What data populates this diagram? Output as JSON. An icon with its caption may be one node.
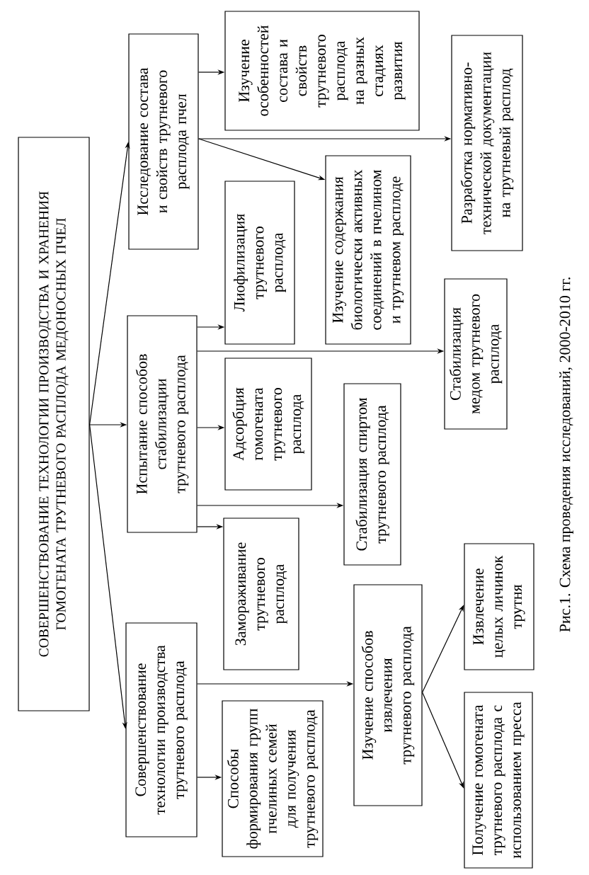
{
  "diagram": {
    "caption": "Рис.1. Схема проведения исследований, 2000-2010 гг.",
    "nodes": [
      {
        "text": [
          "СОВЕРШЕНСТВОВАНИЕ ТЕХНОЛОГИИ ПРОИЗВОДСТВА И ХРАНЕНИЯ ГОМОГЕНАТА ТРУТНЕВОГО РАСПЛОДА МЕДОНОСНЫХ ПЧЕЛ"
        ]
      },
      {
        "text": [
          "Исследование состава и свойств трутневого расплода пчел"
        ]
      },
      {
        "text": [
          "Изучение особенностей состава и свойств трутневого расплода на разных стадиях развития"
        ]
      },
      {
        "text": [
          "Разработка нормативно-технической документации на трутневый расплод"
        ]
      },
      {
        "text": [
          "Изучение содержания биологически активных соединений в пчелином и трутневом расплоде"
        ]
      },
      {
        "text": [
          "Испытание способов стабилизации трутневого расплода"
        ]
      },
      {
        "text": [
          "Лиофилизация трутневого расплода"
        ]
      },
      {
        "text": [
          "Стабилизация медом трутневого расплода"
        ]
      },
      {
        "text": [
          "Адсорбция гомогената трутневого расплода"
        ]
      },
      {
        "text": [
          "Стабилизация спиртом трутневого расплода"
        ]
      },
      {
        "text": [
          "Замораживание трутневого расплода"
        ]
      },
      {
        "text": [
          "Совершенствование технологии производства трутневого расплода"
        ]
      },
      {
        "text": [
          "Способы формирования групп пчелиных семей для получения трутневого расплода"
        ]
      },
      {
        "text": [
          "Изучение способов извлечения трутневого расплода"
        ]
      },
      {
        "text": [
          "Извлечение целых личинок трутня"
        ]
      },
      {
        "text": [
          "Получение гомогената трутневого расплода с использованием пресса"
        ]
      }
    ],
    "edges": [
      {
        "from": 0,
        "to": 1,
        "arrow": "to"
      },
      {
        "from": 0,
        "to": 5,
        "arrow": "to"
      },
      {
        "from": 0,
        "to": 11,
        "arrow": "to"
      },
      {
        "from": 1,
        "to": 2,
        "arrow": "to"
      },
      {
        "from": 1,
        "to": 3,
        "arrow": "to"
      },
      {
        "from": 1,
        "to": 4,
        "arrow": "to"
      },
      {
        "from": 5,
        "to": 6,
        "arrow": "to"
      },
      {
        "from": 5,
        "to": 7,
        "arrow": "to"
      },
      {
        "from": 5,
        "to": 8,
        "arrow": "to"
      },
      {
        "from": 5,
        "to": 9,
        "arrow": "to"
      },
      {
        "from": 5,
        "to": 10,
        "arrow": "to"
      },
      {
        "from": 11,
        "to": 12,
        "arrow": "to"
      },
      {
        "from": 11,
        "to": 13,
        "arrow": "to"
      },
      {
        "from": 13,
        "to": 14,
        "arrow": "to"
      },
      {
        "from": 13,
        "to": 15,
        "arrow": "to"
      }
    ]
  }
}
